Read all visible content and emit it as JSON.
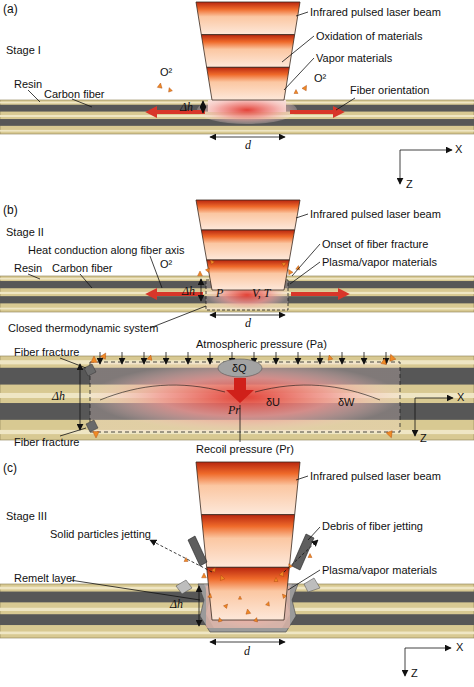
{
  "diagram": {
    "labels": [
      "(a)",
      "Stage I",
      "Infrared pulsed laser beam",
      "Oxidation of materials",
      "O²",
      "Vapor materials",
      "O²",
      "Resin",
      "Carbon fiber",
      "Fiber orientation",
      "Δh",
      "d",
      "X",
      "Z",
      "(b)",
      "Stage II",
      "Infrared pulsed laser beam",
      "Heat conduction along fiber axis",
      "O²",
      "Onset of fiber fracture",
      "Plasma/vapor materials",
      "Resin",
      "Carbon fiber",
      "Δh",
      "P",
      "V, T",
      "d",
      "Closed thermodynamic system",
      "Atmospheric pressure (Pa)",
      "Fiber fracture",
      "δQ",
      "Δh",
      "Pr",
      "δU",
      "δW",
      "X",
      "Fiber fracture",
      "Recoil pressure (Pr)",
      "Z",
      "(c)",
      "Stage III",
      "Infrared pulsed laser beam",
      "Solid particles jetting",
      "Debris of fiber jetting",
      "Remelt layer",
      "Plasma/vapor materials",
      "Δh",
      "d",
      "X",
      "Z"
    ]
  }
}
